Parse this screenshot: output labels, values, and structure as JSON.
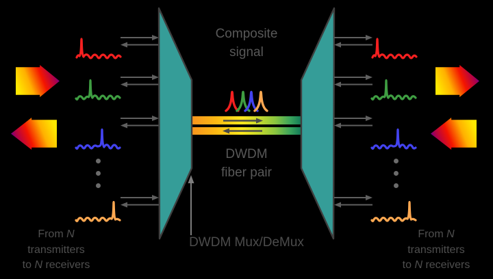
{
  "labels": {
    "composite": [
      "Composite",
      "signal"
    ],
    "fiber": [
      "DWDM",
      "fiber pair"
    ],
    "mux": "DWDM Mux/DeMux"
  },
  "caption_left": {
    "from": "From",
    "n": "N",
    "transmitters": "transmitters",
    "to": "to",
    "receivers": "receivers"
  },
  "caption_right": {
    "from": "From",
    "n": "N",
    "transmitters": "transmitters",
    "to": "to",
    "receivers": "receivers"
  },
  "channels": [
    {
      "name": "red",
      "color": "#f42020"
    },
    {
      "name": "green",
      "color": "#3f9e42"
    },
    {
      "name": "blue",
      "color": "#4343f0"
    },
    {
      "name": "orange",
      "color": "#ffa851"
    }
  ],
  "colors": {
    "background": "#000000",
    "mux_fill": "#359d98",
    "mux_outline": "#3f3f3f",
    "label_gray": "#585858",
    "caption_gray": "#4f4f4f",
    "small_arrow_gray": "#5f5f5f",
    "fiber_gradient": [
      "#f7941e",
      "#ffe71c",
      "#8cc63f",
      "#117a58"
    ],
    "big_arrow_gradient": [
      "#ffe800",
      "#ffb000",
      "#f41500",
      "#a9004e",
      "#2d00c8"
    ]
  }
}
